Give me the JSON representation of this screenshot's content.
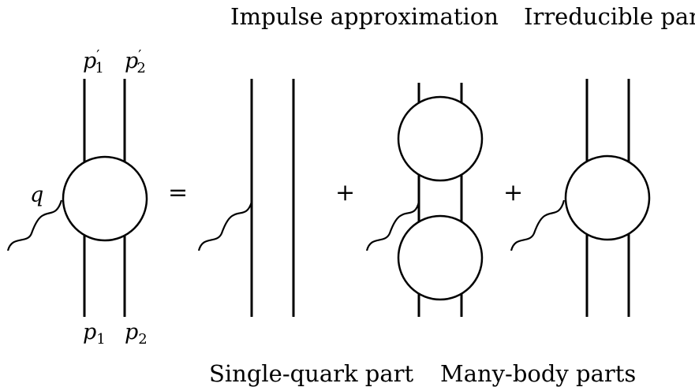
{
  "headings": {
    "impulse": "Impulse approximation",
    "irreducible": "Irreducible part",
    "single_quark": "Single-quark part",
    "many_body": "Many-body parts"
  },
  "momenta": {
    "photon": {
      "base": "q"
    },
    "out1": {
      "base": "p",
      "prime": "′",
      "sub": "1"
    },
    "out2": {
      "base": "p",
      "prime": "′",
      "sub": "2"
    },
    "in1": {
      "base": "p",
      "sub": "1"
    },
    "in2": {
      "base": "p",
      "sub": "2"
    }
  },
  "operators": {
    "equals": "=",
    "plus1": "+",
    "plus2": "+"
  }
}
